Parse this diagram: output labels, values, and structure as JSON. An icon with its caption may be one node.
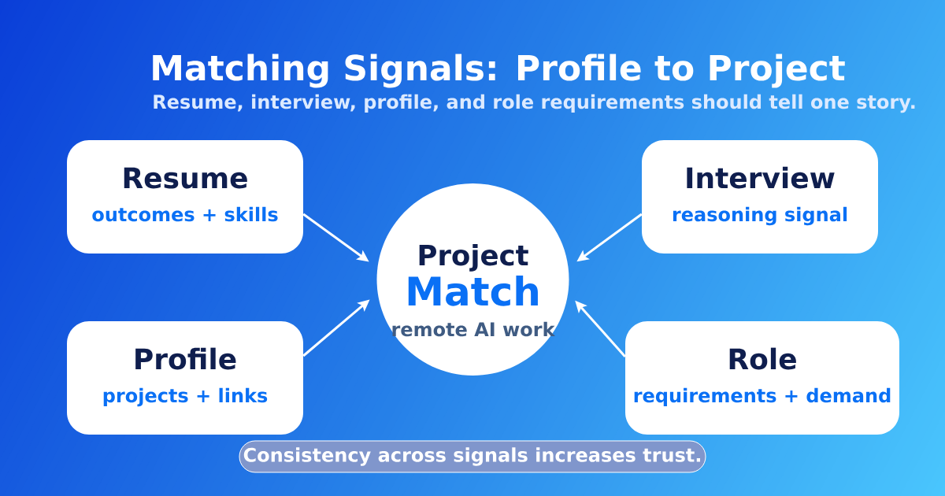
{
  "diagram": {
    "title": "Matching Signals: Profile to Project",
    "nodes": [
      {
        "text": [
          "Resume",
          "outcomes + skills"
        ]
      },
      {
        "text": [
          "Interview",
          "reasoning signal"
        ]
      },
      {
        "text": [
          "Project",
          "Match",
          "remote AI work"
        ]
      },
      {
        "text": [
          "Profile",
          "projects + links"
        ]
      },
      {
        "text": [
          "Role",
          "requirements + demand"
        ]
      },
      {
        "text": [
          "Consistency across signals increases trust."
        ]
      }
    ],
    "edges": [
      {
        "from": 0,
        "to": 2,
        "arrow": "to"
      },
      {
        "from": 1,
        "to": 2,
        "arrow": "to"
      },
      {
        "from": 3,
        "to": 2,
        "arrow": "to"
      },
      {
        "from": 4,
        "to": 2,
        "arrow": "to"
      }
    ],
    "labels": [
      "Resume, interview, profile, and role requirements should tell one story."
    ]
  }
}
